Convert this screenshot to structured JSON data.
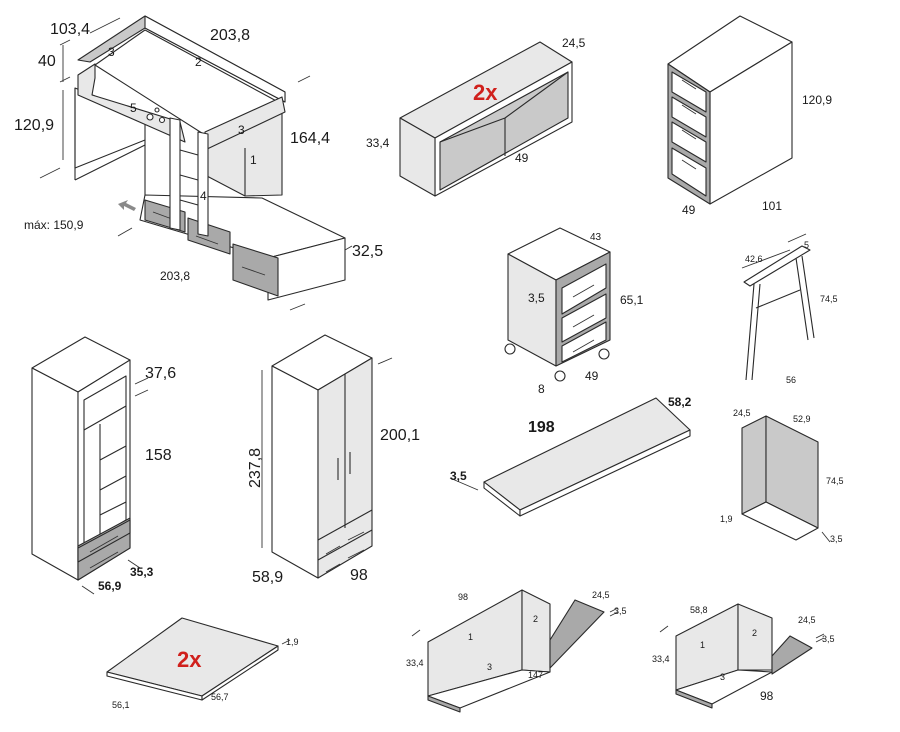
{
  "bunk": {
    "top_depth": "103,4",
    "top_length": "203,8",
    "rail": "40",
    "leg_height": "120,9",
    "height": "164,4",
    "max_label": "máx: 150,9",
    "bed_depth": "32,5",
    "bed_length": "203,8",
    "p3a": "3",
    "p2": "2",
    "p5": "5",
    "p3b": "3",
    "p1": "1",
    "p4": "4"
  },
  "shelf": {
    "qty": "2x",
    "d": "24,5",
    "h": "33,4",
    "w": "49"
  },
  "drawer_tower": {
    "h": "120,9",
    "d": "49",
    "w": "101"
  },
  "mobile_drawer": {
    "w": "43",
    "h": "65,1",
    "t": "3,5",
    "d": "49",
    "wheel": "8"
  },
  "trestle": {
    "w": "42,6",
    "d": "5",
    "h": "74,5",
    "len": "56"
  },
  "open_cab": {
    "d": "37,6",
    "h": "158",
    "w": "56,9",
    "dd": "35,3"
  },
  "wardrobe": {
    "h": "237,8",
    "hd": "200,1",
    "w": "58,9",
    "d": "98"
  },
  "desktop": {
    "l": "198",
    "w": "58,2",
    "t": "3,5"
  },
  "side_panel": {
    "d": "24,5",
    "w": "52,9",
    "h": "74,5",
    "t": "1,9",
    "b": "3,5"
  },
  "panel": {
    "qty": "2x",
    "t": "1,9",
    "w": "56,7",
    "d": "56,1"
  },
  "corner_a": {
    "top": "98",
    "d": "24,5",
    "t": "3,5",
    "h": "33,4",
    "l": "147",
    "p1": "1",
    "p2": "2",
    "p3": "3"
  },
  "corner_b": {
    "top": "58,8",
    "d": "24,5",
    "t": "3,5",
    "h": "33,4",
    "l": "98",
    "p1": "1",
    "p2": "2",
    "p3": "3"
  }
}
